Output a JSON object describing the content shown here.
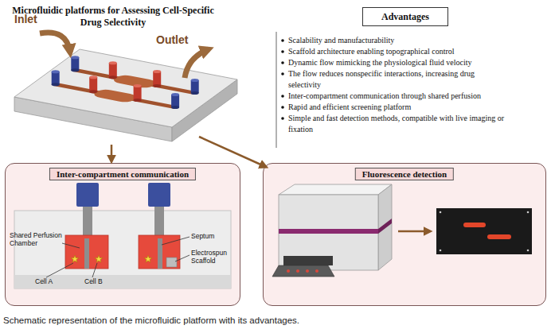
{
  "diagram": {
    "title": "Microfluidic platforms for Assessing Cell-Specific Drug Selectivity",
    "caption": "Schematic representation of the microfluidic platform with its advantages.",
    "nodes": [
      {
        "text": [
          "Advantages"
        ]
      },
      {
        "text": [
          "Inter-compartment communication"
        ]
      },
      {
        "text": [
          "Fluorescence detection"
        ]
      }
    ],
    "labels": [
      "Inlet",
      "Outlet",
      "Scalability and manufacturability",
      "Scaffold architecture enabling topographical control",
      "Dynamic flow mimicking the physiological fluid velocity",
      "The flow reduces nonspecific interactions, increasing drug selectivity",
      "Inter-compartment communication through shared perfusion",
      "Rapid and efficient screening platform",
      "Simple and fast detection methods, compatible with live imaging or fixation",
      "Shared Perfusion Chamber",
      "Septum",
      "Electrospun Scaffold",
      "Cell A",
      "Cell B"
    ]
  }
}
